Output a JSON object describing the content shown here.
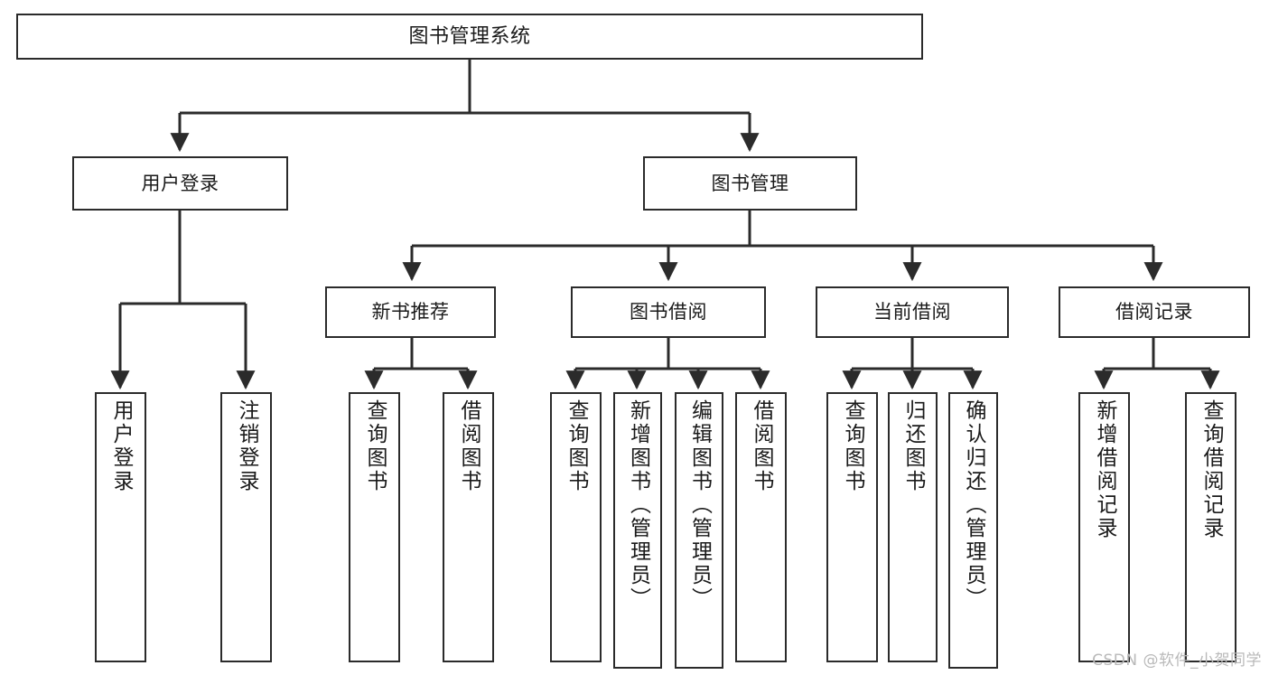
{
  "diagram": {
    "title": "图书管理系统",
    "type": "tree",
    "watermark": "CSDN @软件_小贺同学",
    "colors": {
      "node_border": "#2b2b2b",
      "node_fill": "#ffffff",
      "connector": "#2b2b2b",
      "background": "#ffffff",
      "watermark": "#b9b9b9"
    },
    "root": {
      "label": "图书管理系统"
    },
    "level2": [
      {
        "label": "用户登录"
      },
      {
        "label": "图书管理"
      }
    ],
    "level3": [
      {
        "label": "新书推荐"
      },
      {
        "label": "图书借阅"
      },
      {
        "label": "当前借阅"
      },
      {
        "label": "借阅记录"
      }
    ],
    "leaves": {
      "user_login": [
        {
          "label": "用户登录"
        },
        {
          "label": "注销登录"
        }
      ],
      "new_book_recommend": [
        {
          "label": "查询图书"
        },
        {
          "label": "借阅图书"
        }
      ],
      "book_borrow": [
        {
          "label": "查询图书"
        },
        {
          "label": "新增图书（管理员）"
        },
        {
          "label": "编辑图书（管理员）"
        },
        {
          "label": "借阅图书"
        }
      ],
      "current_borrow": [
        {
          "label": "查询图书"
        },
        {
          "label": "归还图书"
        },
        {
          "label": "确认归还（管理员）"
        }
      ],
      "borrow_record": [
        {
          "label": "新增借阅记录"
        },
        {
          "label": "查询借阅记录"
        }
      ]
    }
  }
}
